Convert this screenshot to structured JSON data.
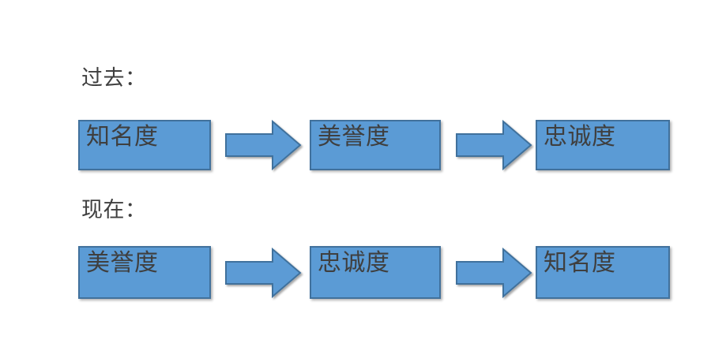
{
  "diagram": {
    "title_hidden": "",
    "background_color": "#ffffff",
    "box_fill_color": "#5b9bd5",
    "box_border_color": "#41719c",
    "text_color": "#3f3f3f",
    "rows": [
      {
        "label": "过去：",
        "steps": [
          "知名度",
          "美誉度",
          "忠诚度"
        ],
        "connectors": [
          "arrow-right-icon",
          "arrow-right-icon"
        ]
      },
      {
        "label": "现在：",
        "steps": [
          "美誉度",
          "忠诚度",
          "知名度"
        ],
        "connectors": [
          "arrow-right-icon",
          "arrow-right-icon"
        ]
      }
    ]
  }
}
